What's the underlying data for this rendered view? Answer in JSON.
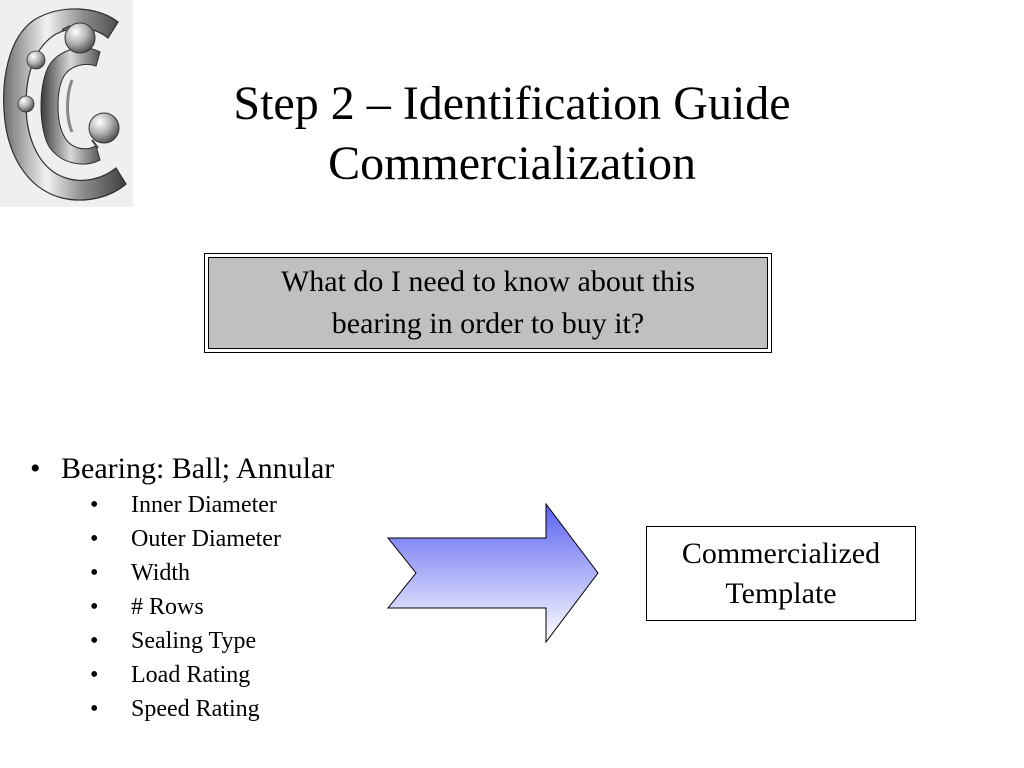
{
  "slide": {
    "title_line1": "Step 2 – Identification Guide",
    "title_line2": "Commercialization"
  },
  "question_box": {
    "line1": "What do I need to know about this",
    "line2": "bearing in order to buy it?"
  },
  "bullets": {
    "marker": "•",
    "main": "Bearing: Ball; Annular",
    "sub": [
      "Inner Diameter",
      "Outer Diameter",
      "Width",
      "# Rows",
      "Sealing Type",
      "Load Rating",
      "Speed Rating"
    ]
  },
  "template_box": {
    "line1": "Commercialized",
    "line2": "Template"
  },
  "arrow": {
    "icon": "right-arrow-icon",
    "gradient_top": "#5b62f0",
    "gradient_bottom": "#ffffff"
  },
  "image": {
    "icon": "ball-bearing-icon"
  }
}
